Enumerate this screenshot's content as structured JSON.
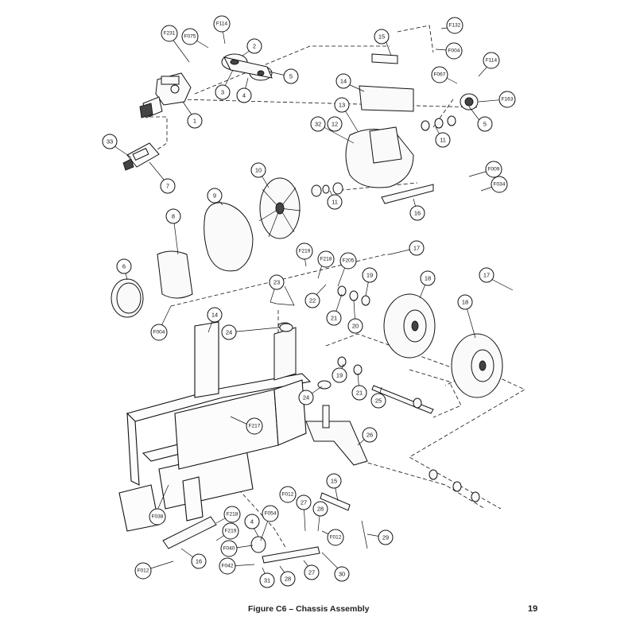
{
  "figure": {
    "caption": "Figure C6 – Chassis Assembly",
    "page_number": "19"
  },
  "callouts": [
    "F231",
    "F075",
    "F114",
    "2",
    "5",
    "3",
    "4",
    "1",
    "33",
    "7",
    "F132",
    "15",
    "F004",
    "14",
    "F067",
    "F114",
    "F163",
    "5",
    "13",
    "32",
    "12",
    "11",
    "F009",
    "F034",
    "11",
    "16",
    "10",
    "9",
    "8",
    "6",
    "F004",
    "17",
    "17",
    "F219",
    "F218",
    "F205",
    "23",
    "22",
    "21",
    "20",
    "19",
    "18",
    "18",
    "24",
    "14",
    "19",
    "21",
    "25",
    "24",
    "26",
    "F217",
    "15",
    "F038",
    "F218",
    "F219",
    "F012",
    "F054",
    "27",
    "28",
    "4",
    "F012",
    "29",
    "F040",
    "F042",
    "16",
    "F012",
    "31",
    "28",
    "27",
    "30"
  ]
}
